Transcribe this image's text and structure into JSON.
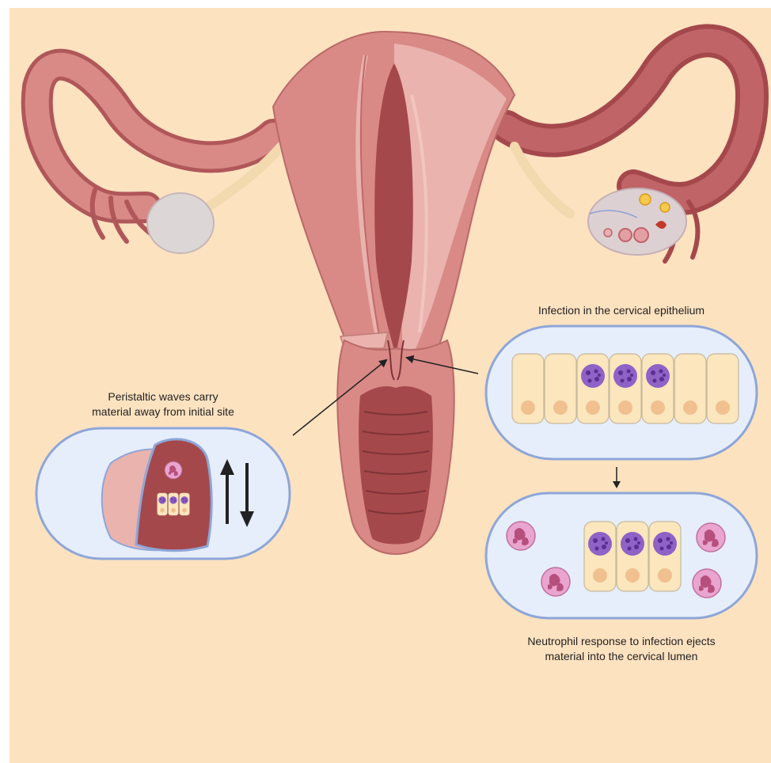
{
  "labels": {
    "infection": "Infection in the cervical epithelium",
    "peristaltic_line1": "Peristaltic waves carry",
    "peristaltic_line2": "material away from initial site",
    "neutrophil_line1": "Neutrophil response to infection ejects",
    "neutrophil_line2": "material into the cervical lumen"
  },
  "colors": {
    "background": "#fde2c0",
    "panel_fill": "#e6eefb",
    "panel_border": "#8ea6d8",
    "tissue_dark": "#a5484c",
    "tissue_main": "#d98a86",
    "tissue_light": "#eab3ad",
    "epithelial_cell": "#fbe6bd",
    "cell_nucleus": "#f0c08e",
    "infected_nucleus": "#8e62c6",
    "neutrophil": "#e9a4cf"
  }
}
